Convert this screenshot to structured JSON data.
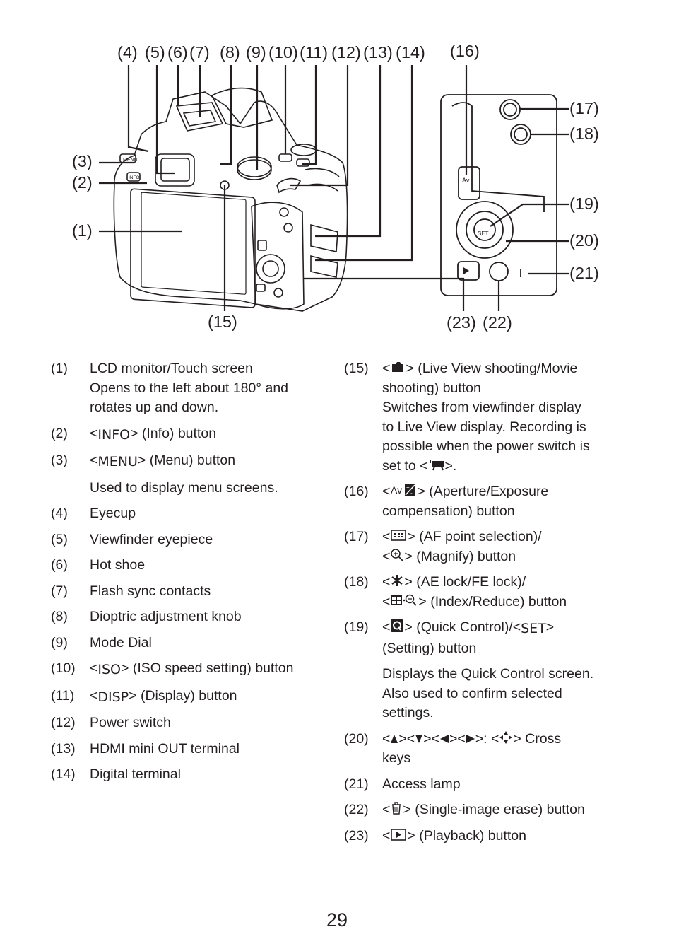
{
  "page_number": "29",
  "figure": {
    "callouts": {
      "c1": "(1)",
      "c2": "(2)",
      "c3": "(3)",
      "c4": "(4)",
      "c5": "(5)",
      "c6": "(6)",
      "c7": "(7)",
      "c8": "(8)",
      "c9": "(9)",
      "c10": "(10)",
      "c11": "(11)",
      "c12": "(12)",
      "c13": "(13)",
      "c14": "(14)",
      "c15": "(15)",
      "c16": "(16)",
      "c17": "(17)",
      "c18": "(18)",
      "c19": "(19)",
      "c20": "(20)",
      "c21": "(21)",
      "c22": "(22)",
      "c23": "(23)"
    },
    "body_labels": {
      "menu": "MENU",
      "info": "INFO",
      "set": "SET",
      "av": "Av"
    }
  },
  "left_items": [
    {
      "num": "(1)",
      "lines": [
        "LCD monitor/Touch screen",
        "Opens to the left about 180° and",
        "rotates up and down."
      ]
    },
    {
      "num": "(2)",
      "pre": "<",
      "glyph": "INFO",
      "post": "> (Info) button"
    },
    {
      "num": "(3)",
      "pre": "<",
      "glyph": "MENU",
      "post": "> (Menu) button",
      "extra": "Used to display menu screens."
    },
    {
      "num": "(4)",
      "text": "Eyecup"
    },
    {
      "num": "(5)",
      "text": "Viewfinder eyepiece"
    },
    {
      "num": "(6)",
      "text": "Hot shoe"
    },
    {
      "num": "(7)",
      "text": "Flash sync contacts"
    },
    {
      "num": "(8)",
      "text": "Dioptric adjustment knob"
    },
    {
      "num": "(9)",
      "text": "Mode Dial"
    },
    {
      "num": "(10)",
      "pre": "<",
      "glyph": "ISO",
      "post": "> (ISO speed setting) button"
    },
    {
      "num": "(11)",
      "pre": "<",
      "glyph": "DISP",
      "post": "> (Display) button"
    },
    {
      "num": "(12)",
      "text": "Power switch"
    },
    {
      "num": "(13)",
      "text": "HDMI mini OUT terminal"
    },
    {
      "num": "(14)",
      "text": "Digital terminal"
    }
  ],
  "right_items": {
    "i15": {
      "num": "(15)",
      "l1_post": "> (Live View shooting/Movie",
      "l2": "shooting) button",
      "l3": "Switches from viewfinder display",
      "l4": "to Live View display. Recording is",
      "l5": "possible when the power switch is",
      "l6_pre": "set to <",
      "l6_post": ">."
    },
    "i16": {
      "num": "(16)",
      "l1_post": "> (Aperture/Exposure",
      "l2": "compensation) button"
    },
    "i17": {
      "num": "(17)",
      "l1_post": "> (AF point selection)/",
      "l2_post": "> (Magnify) button"
    },
    "i18": {
      "num": "(18)",
      "l1_post": "> (AE lock/FE lock)/",
      "l2_post": "> (Index/Reduce) button"
    },
    "i19": {
      "num": "(19)",
      "l1_mid": "> (Quick Control)/<",
      "l1_glyph": "SET",
      "l1_post": ">",
      "l2": "(Setting) button",
      "extra1": "Displays the Quick Control screen.",
      "extra2": "Also used to confirm selected",
      "extra3": "settings."
    },
    "i20": {
      "num": "(20)",
      "l1_post": ">: <",
      "l1_post2": "> Cross",
      "l2": "keys"
    },
    "i21": {
      "num": "(21)",
      "text": "Access lamp"
    },
    "i22": {
      "num": "(22)",
      "l1_post": "> (Single-image erase) button"
    },
    "i23": {
      "num": "(23)",
      "l1_post": "> (Playback) button"
    }
  }
}
